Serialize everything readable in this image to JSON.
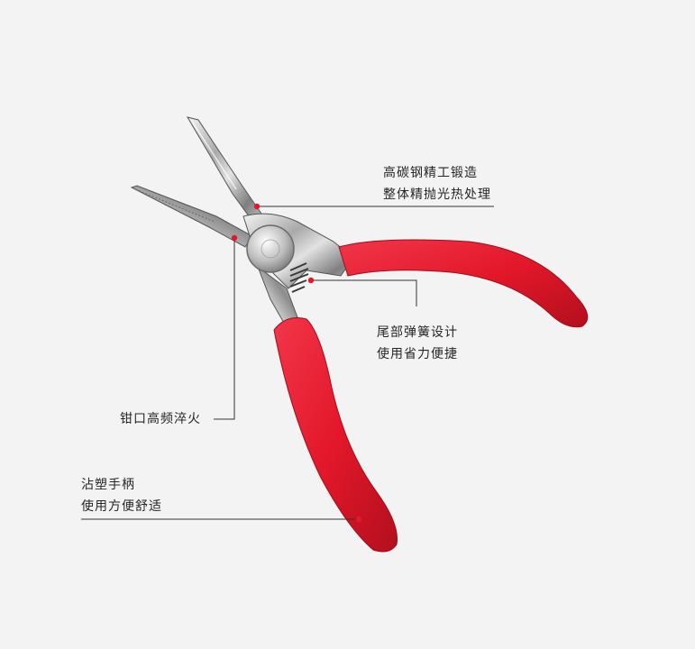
{
  "callouts": {
    "steel": {
      "line1": "高碳钢精工锻造",
      "line2": "整体精抛光热处理"
    },
    "spring": {
      "line1": "尾部弹簧设计",
      "line2": "使用省力便捷"
    },
    "jaw": {
      "line1": "钳口高频淬火"
    },
    "handle": {
      "line1": "沾塑手柄",
      "line2": "使用方便舒适"
    }
  },
  "colors": {
    "background": "#f3f3f3",
    "handle": "#e3182a",
    "marker": "#e3182a",
    "line": "#333333",
    "text": "#262626"
  }
}
